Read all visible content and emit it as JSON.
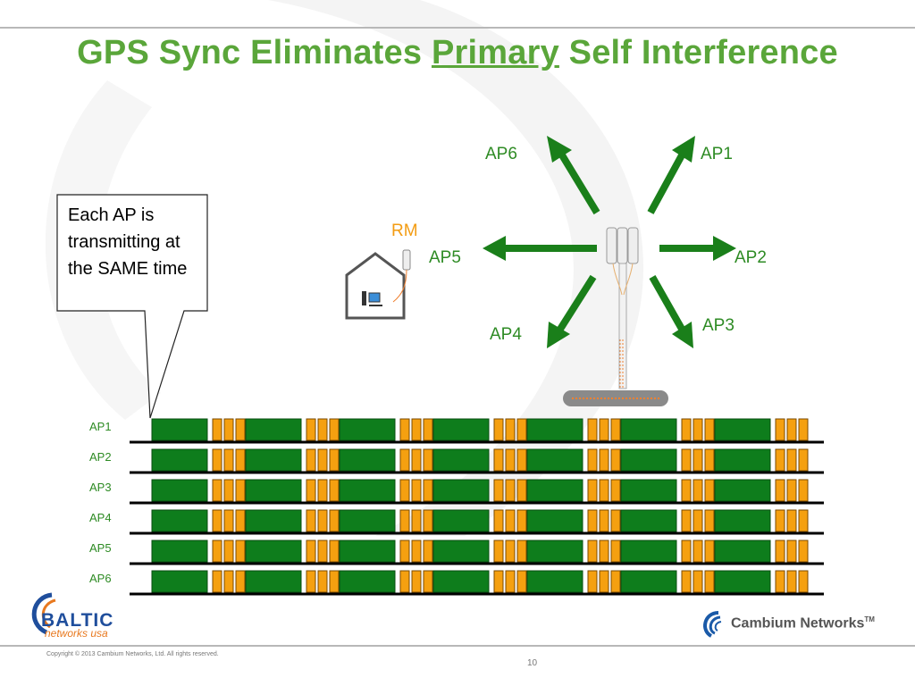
{
  "slide": {
    "title_pre": "GPS Sync Eliminates ",
    "title_underlined": "Primary",
    "title_post": " Self Interference",
    "callout": "Each AP is transmitting at the SAME time",
    "rm_label": "RM",
    "page_number": "10",
    "copyright": "Copyright © 2013 Cambium Networks, Ltd. All rights reserved."
  },
  "sector_labels": {
    "ap6": "AP6",
    "ap1": "AP1",
    "ap5": "AP5",
    "ap2": "AP2",
    "ap4": "AP4",
    "ap3": "AP3"
  },
  "timeline": {
    "rows": [
      "AP1",
      "AP2",
      "AP3",
      "AP4",
      "AP5",
      "AP6"
    ],
    "frames": 7,
    "orange_slots_per_frame": 3
  },
  "logos": {
    "baltic_name": "BALTIC",
    "baltic_sub": "networks usa",
    "cambium_name": "Cambium Networks",
    "cambium_tm": "TM"
  },
  "colors": {
    "title_green": "#5aa63a",
    "arrow_green": "#1a7f1a",
    "block_green": "#0e7d1c",
    "slot_orange": "#f5a010",
    "label_green": "#2e8b24",
    "rm_orange": "#f39c12"
  }
}
